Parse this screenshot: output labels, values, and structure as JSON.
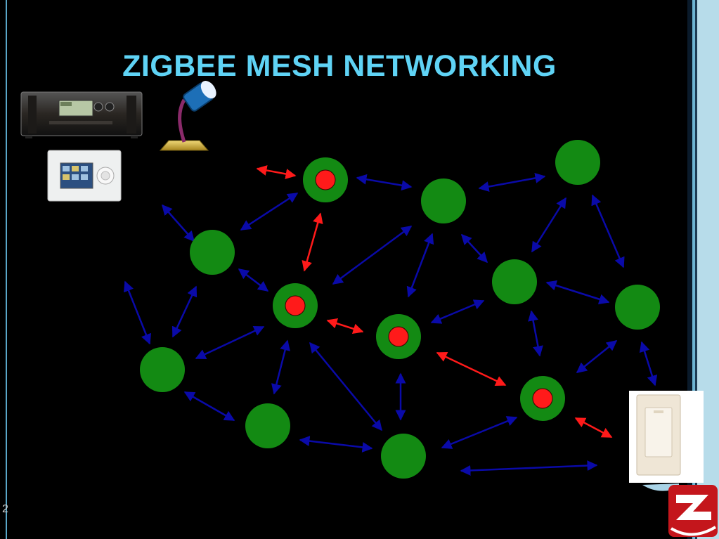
{
  "slide": {
    "title": "ZIGBEE MESH NETWORKING",
    "number": "2"
  },
  "colors": {
    "background": "#000000",
    "title": "#5fd3f5",
    "node_fill": "#138a13",
    "coordinator_core": "#ff1a1a",
    "link_blue": "#0a0aa8",
    "link_red": "#ff1a1a"
  },
  "devices": [
    "home-theater-receiver",
    "desk-lamp",
    "thermostat-controller",
    "wall-light-switch"
  ],
  "icons": [
    "zigbee-logo-icon"
  ]
}
